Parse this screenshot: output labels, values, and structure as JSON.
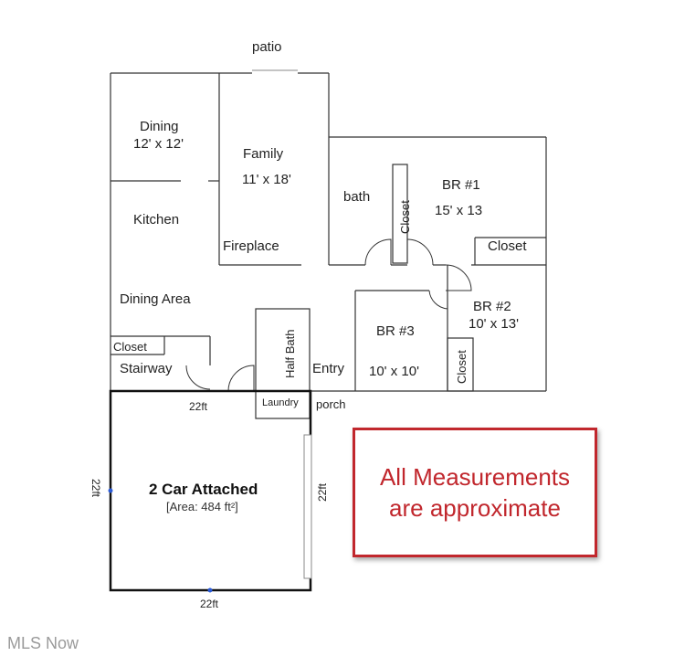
{
  "rooms": {
    "patio": "patio",
    "dining": "Dining",
    "dining_dim": "12' x 12'",
    "family": "Family",
    "family_dim": "11' x 18'",
    "kitchen": "Kitchen",
    "fireplace": "Fireplace",
    "bath": "bath",
    "closet_vertical_1": "Closet",
    "br1": "BR #1",
    "br1_dim": "15' x 13",
    "closet_br1": "Closet",
    "dining_area": "Dining Area",
    "br2": "BR #2",
    "br2_dim": "10' x 13'",
    "closet_left": "Closet",
    "half_bath": "Half Bath",
    "stairway": "Stairway",
    "entry": "Entry",
    "br3": "BR #3",
    "br3_dim": "10' x 10'",
    "closet_vertical_2": "Closet",
    "laundry": "Laundry",
    "porch": "porch"
  },
  "garage": {
    "title": "2 Car Attached",
    "area": "[Area: 484 ft²]",
    "dim_top": "22ft",
    "dim_bottom": "22ft",
    "dim_left": "22ft",
    "dim_right": "22ft"
  },
  "notice": {
    "line1": "All Measurements",
    "line2": "are approximate",
    "border_color": "#c1272d"
  },
  "watermark": "MLS Now"
}
